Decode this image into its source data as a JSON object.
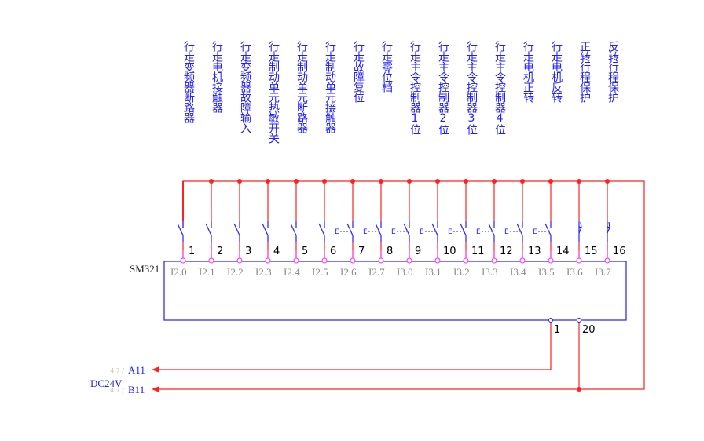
{
  "module": {
    "name": "SM321"
  },
  "supply": {
    "label": "DC24V",
    "line_a": "A11",
    "line_b": "B11",
    "ref_a": "4.7 /",
    "ref_b": "4.7 /"
  },
  "terminals": {
    "common_1": "1",
    "common_20": "20"
  },
  "colors": {
    "wire": "#ff2020",
    "component": "#2020ff",
    "terminal": "#ff40ff",
    "address": "#888888"
  },
  "channels": [
    {
      "num": "1",
      "addr": "I2.0",
      "label": "行走变频器断路器",
      "type": "no"
    },
    {
      "num": "2",
      "addr": "I2.1",
      "label": "行走电机接触器",
      "type": "no"
    },
    {
      "num": "3",
      "addr": "I2.2",
      "label": "行走变频器故障输入",
      "type": "no"
    },
    {
      "num": "4",
      "addr": "I2.3",
      "label": "行走制动单元热敏开关",
      "type": "no"
    },
    {
      "num": "5",
      "addr": "I2.4",
      "label": "行走制动单元断路器",
      "type": "no"
    },
    {
      "num": "6",
      "addr": "I2.5",
      "label": "行走制动单元接触器",
      "type": "no"
    },
    {
      "num": "7",
      "addr": "I2.6",
      "label": "行走故障复位",
      "type": "button"
    },
    {
      "num": "8",
      "addr": "I2.7",
      "label": "行走零位档",
      "type": "button"
    },
    {
      "num": "9",
      "addr": "I3.0",
      "label": "行走主令控制器1位",
      "type": "button"
    },
    {
      "num": "10",
      "addr": "I3.1",
      "label": "行走主令控制器2位",
      "type": "button"
    },
    {
      "num": "11",
      "addr": "I3.2",
      "label": "行走主令控制器3位",
      "type": "button"
    },
    {
      "num": "12",
      "addr": "I3.3",
      "label": "行走主令控制器4位",
      "type": "button"
    },
    {
      "num": "13",
      "addr": "I3.4",
      "label": "行走电机正转",
      "type": "button"
    },
    {
      "num": "14",
      "addr": "I3.5",
      "label": "行走电机反转",
      "type": "button"
    },
    {
      "num": "15",
      "addr": "I3.6",
      "label": "正转行程保护",
      "type": "limit"
    },
    {
      "num": "16",
      "addr": "I3.7",
      "label": "反转行程保护",
      "type": "limit"
    }
  ]
}
